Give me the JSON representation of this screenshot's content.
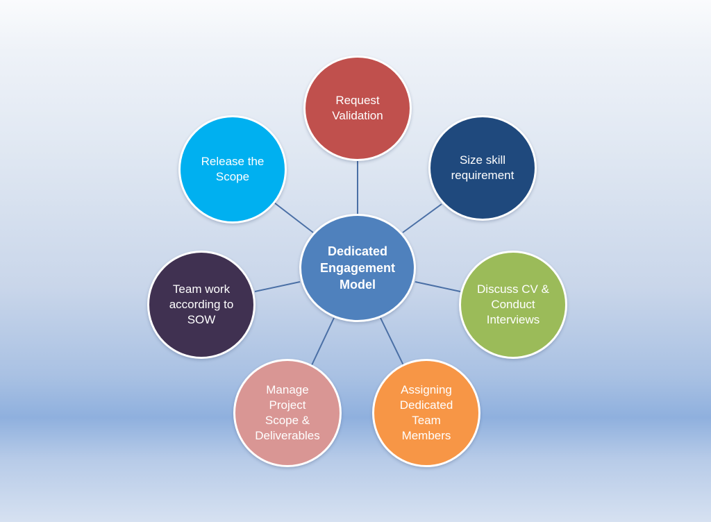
{
  "center": {
    "label": "Dedicated\nEngagement\nModel",
    "color": "#4f81bd"
  },
  "connector_color": "#4a6fa5",
  "nodes": [
    {
      "label": "Request\nValidation",
      "color": "#c0504d"
    },
    {
      "label": "Size skill\nrequirement",
      "color": "#1f497d"
    },
    {
      "label": "Discuss CV &\nConduct\nInterviews",
      "color": "#9bbb59"
    },
    {
      "label": "Assigning\nDedicated\nTeam\nMembers",
      "color": "#f79646"
    },
    {
      "label": "Manage\nProject\nScope &\nDeliverables",
      "color": "#d99694"
    },
    {
      "label": "Team work\naccording to\nSOW",
      "color": "#403151"
    },
    {
      "label": "Release the\nScope",
      "color": "#00b0f0"
    }
  ]
}
